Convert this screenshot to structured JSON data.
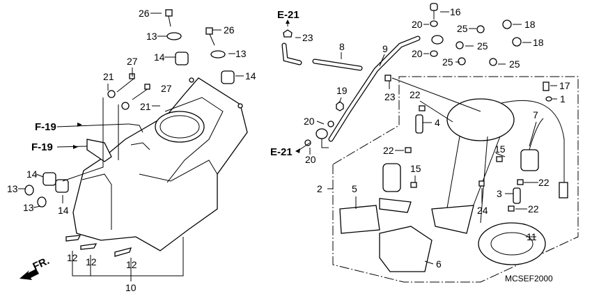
{
  "diagram_code": "MCSEF2000",
  "direction_label": "FR.",
  "references": {
    "f19_a": "F-19",
    "f19_b": "F-19",
    "e21_top": "E-21",
    "e21_left": "E-21"
  },
  "callouts": {
    "tank": [
      "26",
      "13",
      "14",
      "26",
      "13",
      "14",
      "27",
      "21",
      "27",
      "21",
      "14",
      "13",
      "13",
      "14",
      "12",
      "12",
      "12",
      "10"
    ],
    "pump": [
      "23",
      "8",
      "9",
      "16",
      "20",
      "20",
      "25",
      "25",
      "25",
      "25",
      "18",
      "18",
      "19",
      "23",
      "22",
      "4",
      "17",
      "1",
      "7",
      "20",
      "20",
      "22",
      "15",
      "15",
      "2",
      "5",
      "3",
      "22",
      "24",
      "22",
      "11",
      "6"
    ]
  }
}
